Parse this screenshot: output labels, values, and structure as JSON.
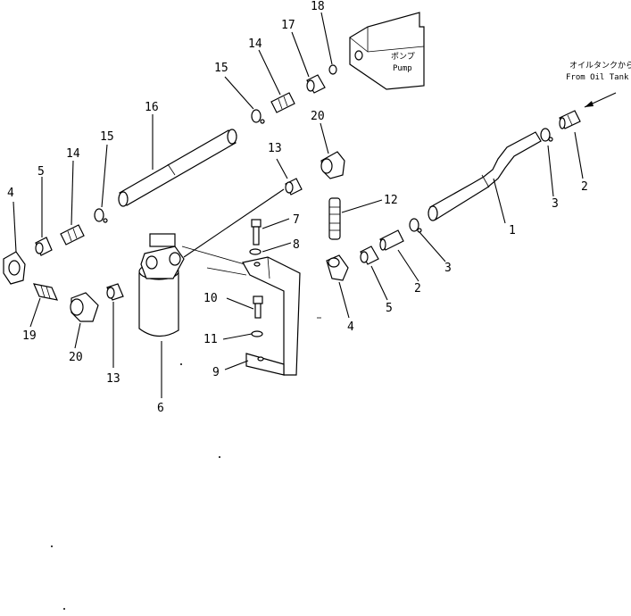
{
  "labels": {
    "pump_jp": "ポンプ",
    "pump_en": "Pump",
    "tank_jp": "オイルタンクから",
    "tank_en": "From Oil Tank"
  },
  "callouts": {
    "c1": "1",
    "c2a": "2",
    "c2b": "2",
    "c3a": "3",
    "c3b": "3",
    "c4a": "4",
    "c4b": "4",
    "c5a": "5",
    "c5b": "5",
    "c6": "6",
    "c7": "7",
    "c8": "8",
    "c9": "9",
    "c10": "10",
    "c11": "11",
    "c12": "12",
    "c13a": "13",
    "c13b": "13",
    "c14a": "14",
    "c14b": "14",
    "c15a": "15",
    "c15b": "15",
    "c16": "16",
    "c17": "17",
    "c18": "18",
    "c19": "19",
    "c20a": "20",
    "c20b": "20"
  }
}
